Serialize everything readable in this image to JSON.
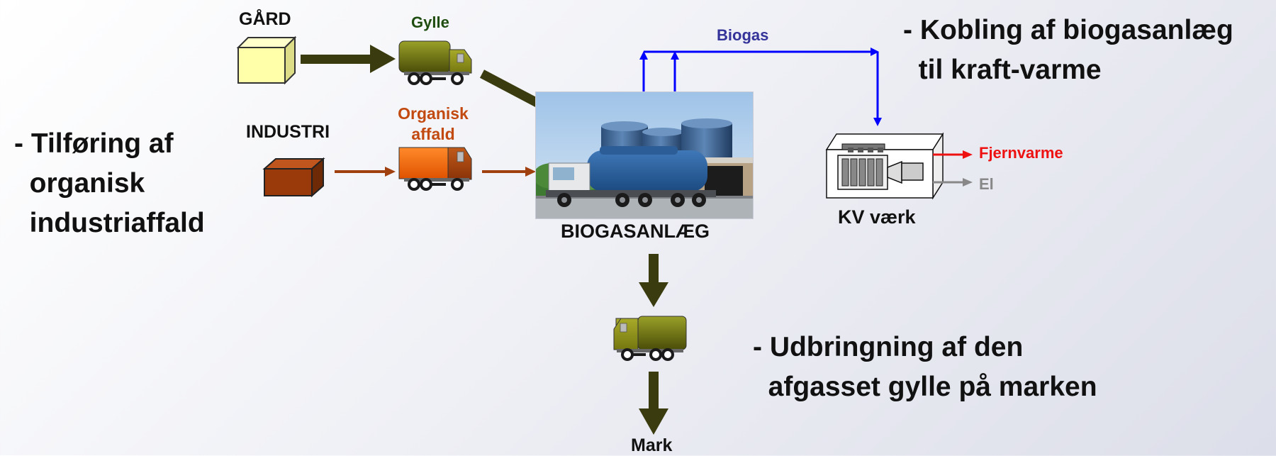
{
  "labels": {
    "gaard": "GÅRD",
    "gylle": "Gylle",
    "biogas": "Biogas",
    "industri": "INDUSTRI",
    "organisk_affald": "Organisk\naffald",
    "biogasanlaeg": "BIOGASANLÆG",
    "fjernvarme": "Fjernvarme",
    "el": "El",
    "kv_vaerk": "KV værk",
    "mark": "Mark"
  },
  "notes": {
    "kobling": "- Kobling af biogasanlæg\n  til kraft-varme",
    "tilfoering": "- Tilføring af\n  organisk\n  industriaffald",
    "udbringning": "- Udbringning af den\n  afgasset gylle på marken"
  },
  "colors": {
    "farm_arrow": "#3a3c10",
    "industry_arrow": "#a0400f",
    "biogas_flow": "#0000ff",
    "biogas_label": "#33339a",
    "gylle_label": "#1f4d10",
    "organisk_label": "#c24a10",
    "fjernvarme": "#ee1111",
    "el": "#888888",
    "farm_box": "#ffffaa",
    "industry_box": "#9a3a0a",
    "tanker_green": "#7a7d10",
    "tanker_orange": "#ff6600"
  },
  "icons": [
    "farm-box-icon",
    "industry-box-icon",
    "slurry-truck-icon",
    "waste-truck-icon",
    "biogas-plant-photo",
    "chp-engine-icon",
    "field-truck-icon"
  ]
}
